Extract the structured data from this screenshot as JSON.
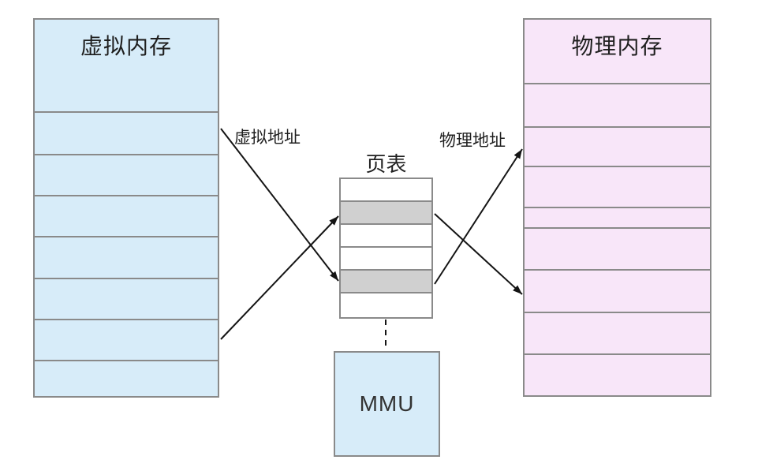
{
  "diagram": {
    "virtual_memory": {
      "title": "虚拟内存",
      "segment_count": 8,
      "row_count_below_header": 7
    },
    "physical_memory": {
      "title": "物理内存",
      "segment_count": 9,
      "row_count_below_header": 8
    },
    "page_table": {
      "title": "页表",
      "row_count": 6,
      "highlighted_rows": [
        2,
        5
      ]
    },
    "mmu": {
      "label": "MMU"
    },
    "edge_labels": {
      "virtual_address": "虚拟地址",
      "physical_address": "物理地址"
    }
  },
  "colors": {
    "virtual_memory_fill": "#d7ecf9",
    "physical_memory_fill": "#f8e6f9",
    "page_table_fill": "#ffffff",
    "highlight_fill": "#d0d0d0",
    "mmu_fill": "#d7ecf9",
    "border": "#8a8a8a",
    "line": "#141414",
    "background": "#ffffff",
    "text": "#1f1f1f"
  }
}
